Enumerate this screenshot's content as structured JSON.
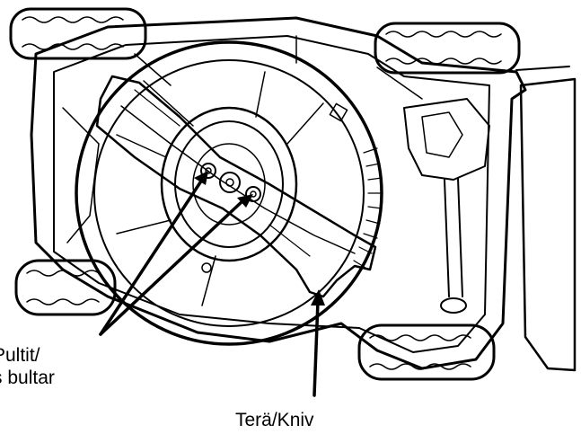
{
  "labels": {
    "bolts_line1": "Pultit/",
    "bolts_line2": "s bultar",
    "blade": "Terä/Kniv"
  },
  "colors": {
    "blade_fill": "#c8ccd0",
    "line": "#000000",
    "background": "#ffffff"
  }
}
